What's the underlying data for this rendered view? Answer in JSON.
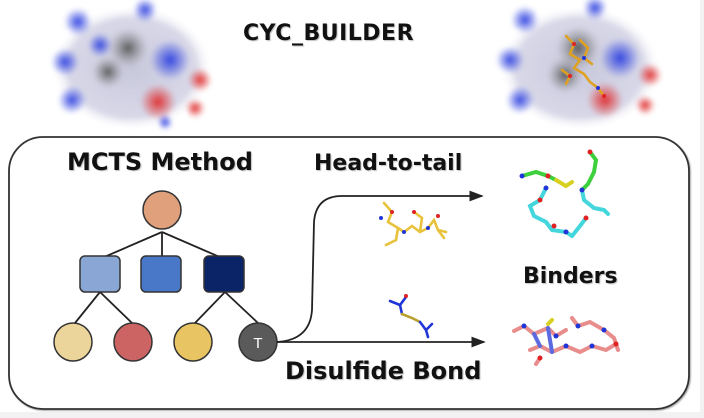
{
  "top": {
    "process_label": "CYC_BUILDER",
    "input_structure": "protein-surface-electrostatic",
    "output_structure": "protein-surface-with-bound-cyclic-peptide"
  },
  "panel": {
    "method_title": "MCTS Method",
    "tree": {
      "root": {
        "shape": "circle",
        "color": "#e0a07c"
      },
      "level1": [
        {
          "shape": "square",
          "color": "#8aa6d4"
        },
        {
          "shape": "square",
          "color": "#4a78c8"
        },
        {
          "shape": "square",
          "color": "#0b2467"
        }
      ],
      "leaves": [
        {
          "shape": "circle",
          "color": "#ecd59a"
        },
        {
          "shape": "circle",
          "color": "#cc6464"
        },
        {
          "shape": "circle",
          "color": "#e8c462"
        },
        {
          "shape": "circle",
          "color": "#5a5a5a",
          "label": "T"
        }
      ]
    },
    "branches": [
      {
        "label": "Head-to-tail",
        "molecule": "yellow-stick-peptide"
      },
      {
        "label": "Disulfide Bond",
        "molecule": "cystine-stick"
      }
    ],
    "result_label": "Binders",
    "result_molecules": [
      "head-to-tail-cyclic-binder",
      "disulfide-cyclic-binder"
    ]
  },
  "colors": {
    "surface_positive": "#2a3ee0",
    "surface_negative": "#e02a2a",
    "surface_hydrophobic": "#555555",
    "carbon_yellow": "#e8c23a",
    "carbon_cyan": "#43d6dc",
    "carbon_green": "#3cd03c",
    "carbon_salmon": "#e88c8c",
    "nitrogen": "#2035d8",
    "oxygen": "#e02222",
    "sulfur": "#d8d020"
  }
}
